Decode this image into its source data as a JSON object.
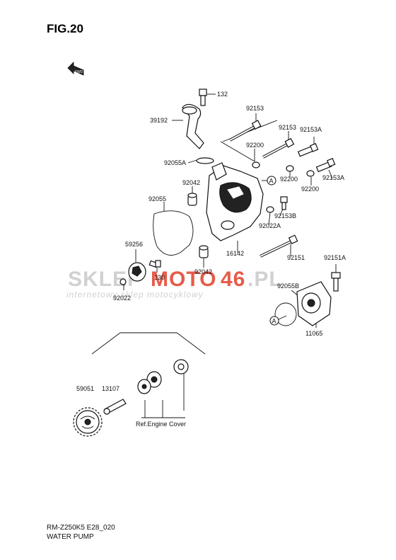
{
  "figure": {
    "title": "FIG.20",
    "model_code": "RM-Z250K5 E28_020",
    "section": "WATER PUMP",
    "fwd_label": "FWD"
  },
  "watermark": {
    "brand_a": "SKLEP",
    "brand_b": "MOTO",
    "brand_c": "46",
    "brand_d": ".PL",
    "tagline": "internetowy sklep motocyklowy",
    "color_gray": "#c9c9c9",
    "color_red": "#e2402b"
  },
  "parts": {
    "p132": "132",
    "p39192": "39192",
    "p92153_a": "92153",
    "p92153_b": "92153",
    "p92153A_a": "92153A",
    "p92153A_b": "92153A",
    "p92055A": "92055A",
    "p92200_a": "92200",
    "p92200_b": "92200",
    "p92200_c": "92200",
    "p92042_a": "92042",
    "p92042_b": "92042",
    "p92055": "92055",
    "p92153B": "92153B",
    "p92022A": "92022A",
    "p16142": "16142",
    "p59256": "59256",
    "p130": "130",
    "p92022": "92022",
    "p92151": "92151",
    "p92151A": "92151A",
    "p92055B": "92055B",
    "p11065": "11065",
    "p59051": "59051",
    "p13107": "13107",
    "ref_engine": "Ref.Engine Cover",
    "ref_a1": "A",
    "ref_a2": "A"
  }
}
